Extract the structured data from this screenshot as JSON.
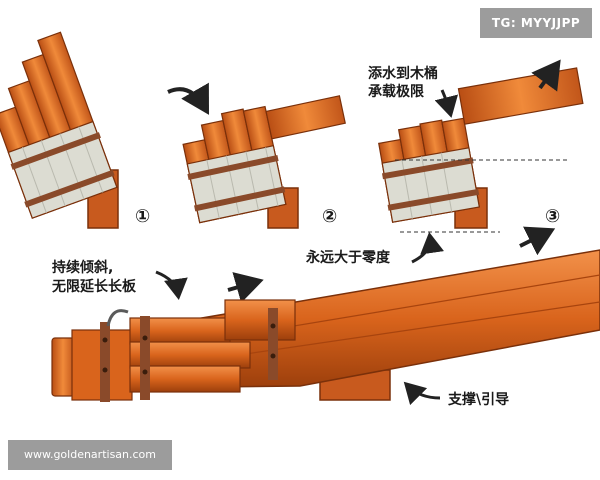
{
  "watermarks": {
    "top_right": "TG: MYYJJPP",
    "bottom_left": "www.goldenartisan.com"
  },
  "steps": [
    "①",
    "②",
    "③"
  ],
  "annotations": {
    "fill_limit_line1": "添水到木桶",
    "fill_limit_line2": "承载极限",
    "never_zero": "永远大于零度",
    "tilt_line1": "持续倾斜,",
    "tilt_line2": "无限延长长板",
    "support": "支撑\\引导"
  },
  "colors": {
    "plank": "#d9641c",
    "plank_dark": "#a8440e",
    "plank_light": "#f08a3a",
    "water": "#dcdcd2",
    "band": "#8a4a2a",
    "block": "#c85a1e",
    "ink": "#222222"
  }
}
